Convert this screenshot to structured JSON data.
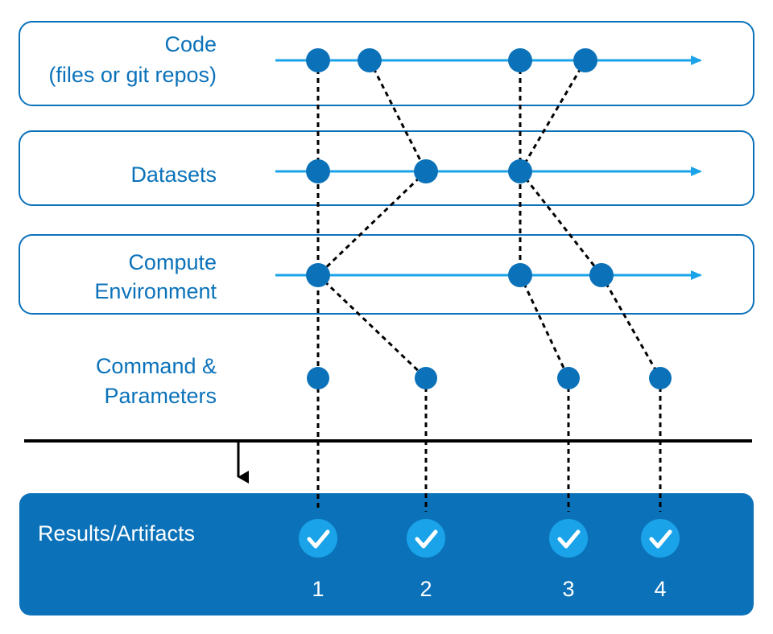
{
  "rows": {
    "code": {
      "line1": "Code",
      "line2": "(files or git repos)"
    },
    "datasets": {
      "line1": "Datasets"
    },
    "compute": {
      "line1": "Compute",
      "line2": "Environment"
    },
    "command": {
      "line1": "Command &",
      "line2": "Parameters"
    }
  },
  "results": {
    "label": "Results/Artifacts",
    "items": [
      "1",
      "2",
      "3",
      "4"
    ]
  },
  "colors": {
    "accent": "#1AA3E8",
    "node": "#0B72BA",
    "label": "#0B72BA",
    "panel_border": "#0B72BA",
    "results_fill": "#0B72BA",
    "check_fill": "#1AA3E8",
    "results_text": "#FFFFFF",
    "divider": "#000000"
  },
  "icons": {
    "check": "check-circle-icon",
    "arrow": "arrow-down-icon"
  }
}
